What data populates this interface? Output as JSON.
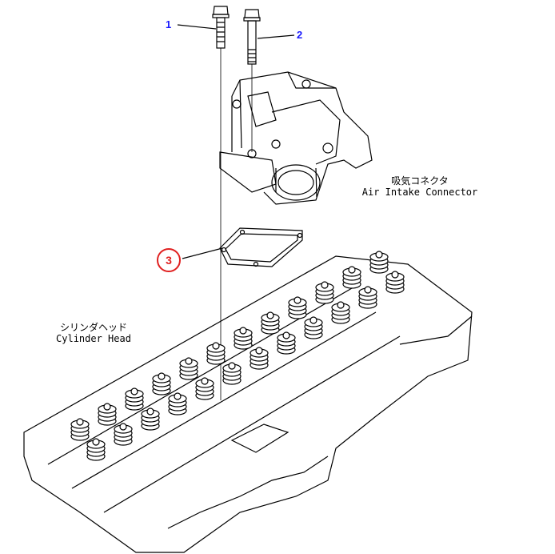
{
  "callouts": [
    {
      "id": "1",
      "color": "#1a1aff"
    },
    {
      "id": "2",
      "color": "#1a1aff"
    },
    {
      "id": "3",
      "color": "#e02020",
      "circled": true
    }
  ],
  "labels": {
    "air_intake_jp": "吸気コネクタ",
    "air_intake_en": "Air Intake Connector",
    "cylinder_head_jp": "シリンダヘッド",
    "cylinder_head_en": "Cylinder Head"
  }
}
